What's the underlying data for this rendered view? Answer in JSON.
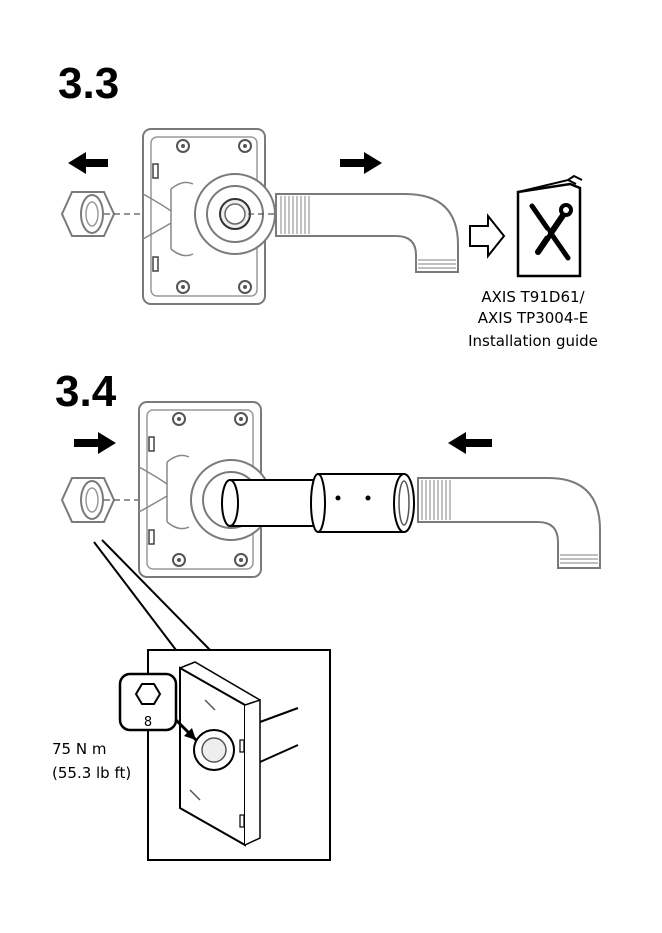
{
  "step_a": {
    "number": "3.3"
  },
  "step_b": {
    "number": "3.4"
  },
  "guide": {
    "line1": "AXIS T91D61/",
    "line2": "AXIS TP3004-E",
    "line3": "Installation guide",
    "icon": "tools-booklet-icon"
  },
  "torque": {
    "metric": "75 N m",
    "imperial": "(55.3 lb ft)"
  },
  "tool": {
    "size": "8",
    "icon": "hex-socket-icon"
  },
  "colors": {
    "line": "#000000",
    "part_stroke": "#808080",
    "part_fill": "#ffffff"
  }
}
